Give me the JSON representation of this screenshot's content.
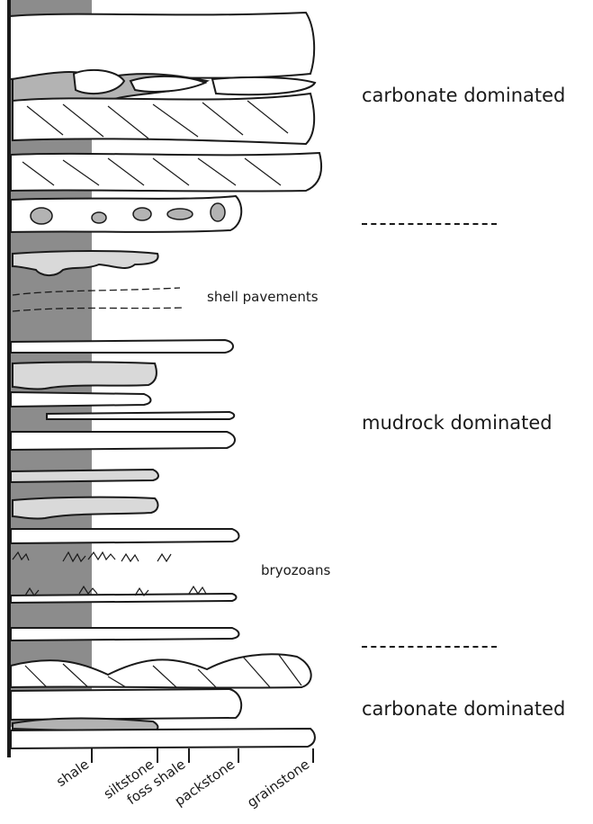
{
  "labels": {
    "upper_carbonate": "carbonate dominated",
    "mudrock": "mudrock dominated",
    "lower_carbonate": "carbonate dominated",
    "shell_pavements": "shell pavements",
    "bryozoans": "bryozoans"
  },
  "grain_size_axis": [
    "shale",
    "siltstone",
    "foss shale",
    "packstone",
    "grainstone"
  ],
  "colors": {
    "shale_band": "#8c8c8c",
    "fill_light": "#d9d9d9",
    "fill_mid": "#b3b3b3",
    "line": "#1a1a1a"
  }
}
